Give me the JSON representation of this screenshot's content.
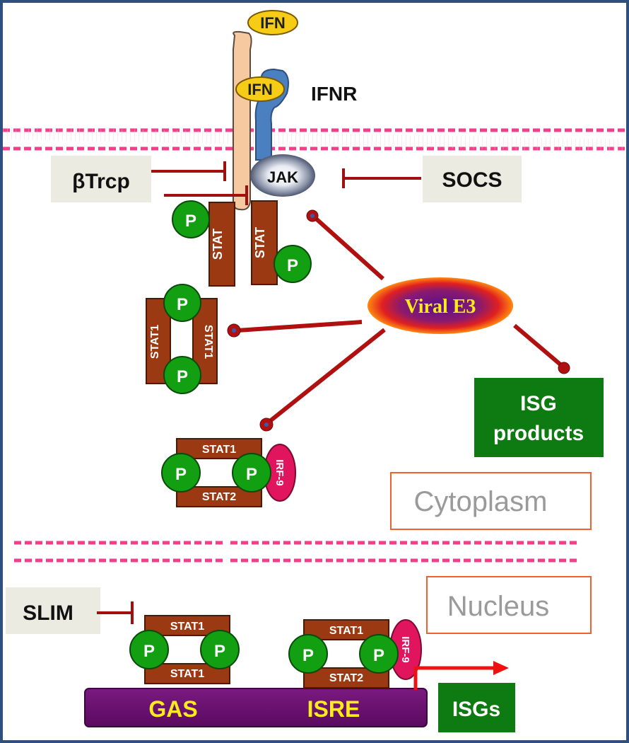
{
  "ligand": {
    "label": "IFN"
  },
  "receptor": {
    "label": "IFNR"
  },
  "kinase": {
    "label": "JAK"
  },
  "inhibitors": {
    "btrcp": "βTrcp",
    "socs": "SOCS",
    "slim": "SLIM"
  },
  "stat": {
    "monomer": "STAT",
    "stat1": "STAT1",
    "stat2": "STAT2",
    "phospho": "P",
    "irf9": "IRF-9"
  },
  "viral": {
    "label": "Viral E3"
  },
  "isg_products": {
    "line1": "ISG",
    "line2": "products"
  },
  "compartments": {
    "cytoplasm": "Cytoplasm",
    "nucleus": "Nucleus"
  },
  "dna": {
    "gas": "GAS",
    "isre": "ISRE"
  },
  "isgs": {
    "label": "ISGs"
  },
  "colors": {
    "border": "#2f4f7f",
    "stat_box": "#9b3a12",
    "phospho": "#12a012",
    "inhibit_line": "#a01010",
    "green_box": "#0d7a12",
    "dna_bar": "#6b1070",
    "dna_text": "#ffec1a",
    "irf9": "#e0155e",
    "membrane": "#f0408a",
    "label_box": "#ecebe2"
  }
}
